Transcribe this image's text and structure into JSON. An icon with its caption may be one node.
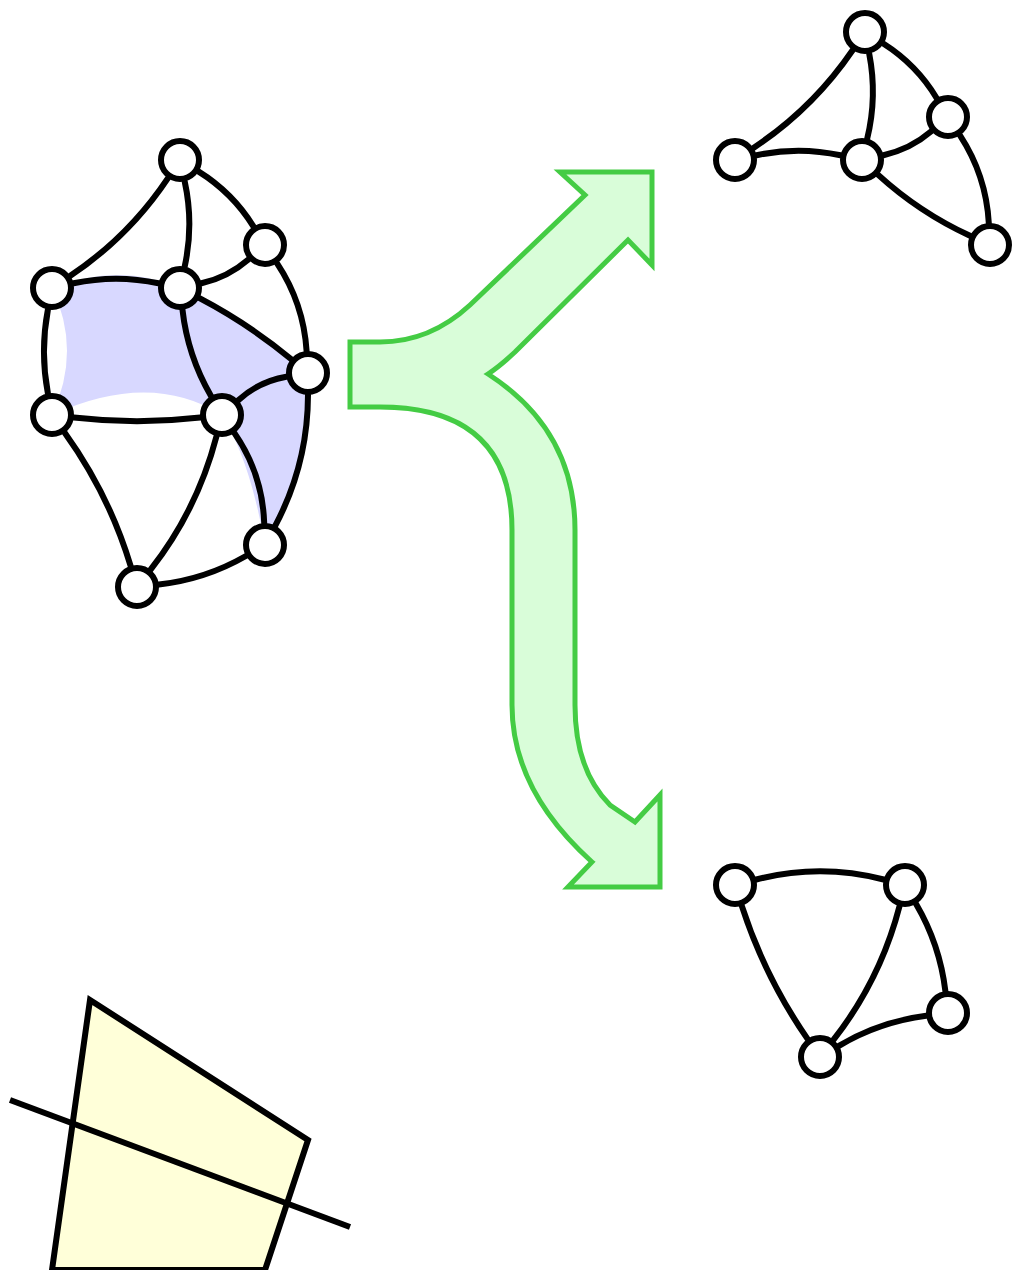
{
  "diagram": {
    "nodes": [
      {
        "text": [],
        "shape": "circle"
      },
      {
        "text": [],
        "shape": "circle"
      },
      {
        "text": [],
        "shape": "circle"
      },
      {
        "text": [],
        "shape": "circle"
      },
      {
        "text": [],
        "shape": "circle"
      },
      {
        "text": [],
        "shape": "circle"
      },
      {
        "text": [],
        "shape": "circle"
      },
      {
        "text": [],
        "shape": "circle"
      },
      {
        "text": [],
        "shape": "circle"
      },
      {
        "text": [],
        "shape": "circle"
      },
      {
        "text": [],
        "shape": "circle"
      },
      {
        "text": [],
        "shape": "circle"
      },
      {
        "text": [],
        "shape": "circle"
      },
      {
        "text": [],
        "shape": "circle"
      },
      {
        "text": [],
        "shape": "circle"
      },
      {
        "text": [],
        "shape": "circle"
      },
      {
        "text": [],
        "shape": "circle"
      },
      {
        "text": [],
        "shape": "circle"
      }
    ],
    "edges": [
      {
        "from": 2,
        "to": 0,
        "arrow": "none"
      },
      {
        "from": 0,
        "to": 3,
        "arrow": "none"
      },
      {
        "from": 0,
        "to": 1,
        "arrow": "none"
      },
      {
        "from": 3,
        "to": 1,
        "arrow": "none"
      },
      {
        "from": 1,
        "to": 4,
        "arrow": "none"
      },
      {
        "from": 2,
        "to": 3,
        "arrow": "none"
      },
      {
        "from": 2,
        "to": 5,
        "arrow": "none"
      },
      {
        "from": 3,
        "to": 6,
        "arrow": "none"
      },
      {
        "from": 3,
        "to": 4,
        "arrow": "none"
      },
      {
        "from": 6,
        "to": 4,
        "arrow": "none"
      },
      {
        "from": 4,
        "to": 7,
        "arrow": "none"
      },
      {
        "from": 5,
        "to": 6,
        "arrow": "none"
      },
      {
        "from": 5,
        "to": 8,
        "arrow": "none"
      },
      {
        "from": 6,
        "to": 8,
        "arrow": "none"
      },
      {
        "from": 6,
        "to": 7,
        "arrow": "none"
      },
      {
        "from": 8,
        "to": 7,
        "arrow": "none"
      },
      {
        "from": 11,
        "to": 9,
        "arrow": "none"
      },
      {
        "from": 9,
        "to": 12,
        "arrow": "none"
      },
      {
        "from": 9,
        "to": 10,
        "arrow": "none"
      },
      {
        "from": 12,
        "to": 10,
        "arrow": "none"
      },
      {
        "from": 10,
        "to": 13,
        "arrow": "none"
      },
      {
        "from": 11,
        "to": 12,
        "arrow": "none"
      },
      {
        "from": 12,
        "to": 13,
        "arrow": "none"
      },
      {
        "from": 14,
        "to": 15,
        "arrow": "none"
      },
      {
        "from": 14,
        "to": 17,
        "arrow": "none"
      },
      {
        "from": 15,
        "to": 17,
        "arrow": "none"
      },
      {
        "from": 15,
        "to": 16,
        "arrow": "none"
      },
      {
        "from": 17,
        "to": 16,
        "arrow": "none"
      }
    ]
  }
}
